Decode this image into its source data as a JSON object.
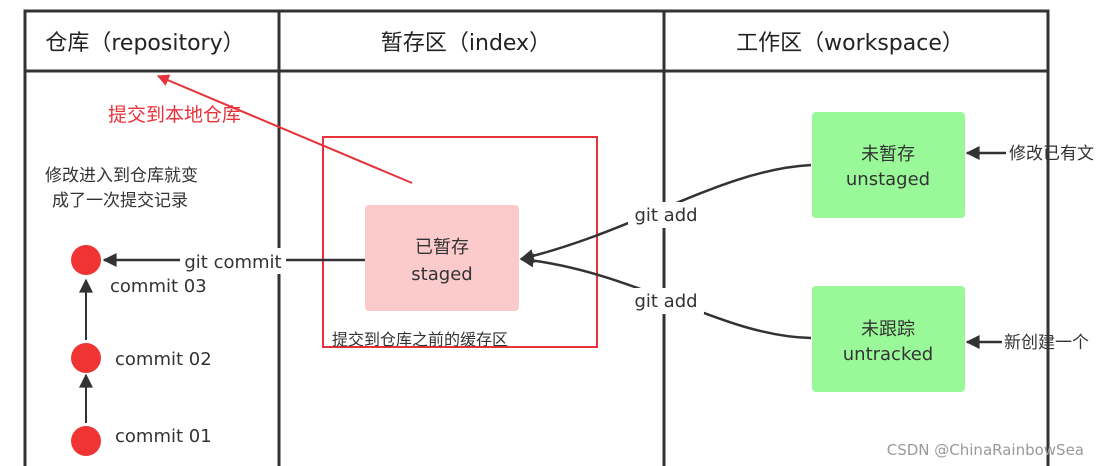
{
  "columns": {
    "repository": "仓库（repository）",
    "index": "暂存区（index）",
    "workspace": "工作区（workspace）"
  },
  "annotations": {
    "commit_to_repo": "提交到本地仓库",
    "repo_note_line1": "修改进入到仓库就变",
    "repo_note_line2": "成了一次提交记录",
    "index_note": "提交到仓库之前的缓存区"
  },
  "boxes": {
    "staged_zh": "已暂存",
    "staged_en": "staged",
    "unstaged_zh": "未暂存",
    "unstaged_en": "unstaged",
    "untracked_zh": "未跟踪",
    "untracked_en": "untracked"
  },
  "edges": {
    "git_commit": "git commit",
    "git_add_1": "git add",
    "git_add_2": "git add"
  },
  "sources": {
    "modify_existing": "修改已有文",
    "create_new": "新创建一个"
  },
  "commits": [
    "commit 03",
    "commit 02",
    "commit 01"
  ],
  "watermark": "CSDN @ChinaRainbowSea",
  "colors": {
    "table_border": "#333333",
    "staged_fill": "#fbcaca",
    "workspace_fill": "#99f999",
    "commit_dot": "#f03434",
    "annotation_red": "#e8323a",
    "arrow": "#333333"
  }
}
